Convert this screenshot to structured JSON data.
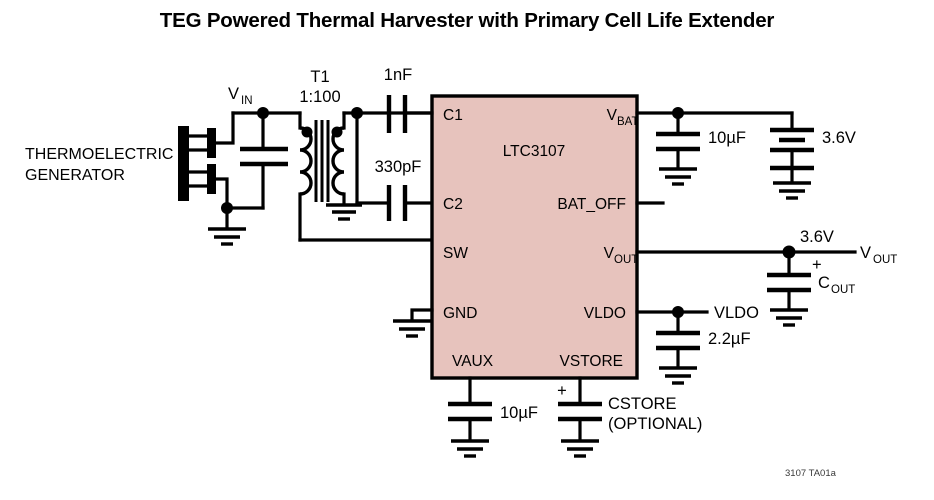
{
  "title": "TEG Powered Thermal Harvester with Primary Cell Life Extender",
  "footer": "3107 TA01a",
  "colors": {
    "ic_fill": "#E7C3BD",
    "wire": "#000000",
    "background": "#FFFFFF",
    "footer_text": "#3A3A3A"
  },
  "ic": {
    "part_number": "LTC3107",
    "pins_left": [
      "C1",
      "C2",
      "SW",
      "GND"
    ],
    "pin_bottom_left": "VAUX",
    "pins_right": [
      "V_BAT",
      "BAT_OFF",
      "V_OUT",
      "VLDO"
    ],
    "pin_bottom_right": "VSTORE",
    "labels": {
      "c1": "C1",
      "c2": "C2",
      "sw": "SW",
      "gnd": "GND",
      "vaux": "VAUX",
      "vbat_main": "V",
      "vbat_sub": "BAT",
      "bat_off": "BAT_OFF",
      "vout_main": "V",
      "vout_sub": "OUT",
      "vldo": "VLDO",
      "vstore": "VSTORE"
    }
  },
  "source": {
    "teg_line1": "THERMOELECTRIC",
    "teg_line2": "GENERATOR",
    "vin_main": "V",
    "vin_sub": "IN"
  },
  "transformer": {
    "designator": "T1",
    "ratio": "1:100"
  },
  "components": {
    "cap_1nf": "1nF",
    "cap_330pf": "330pF",
    "cap_vbat_10uf": "10µF",
    "battery_voltage": "3.6V",
    "cap_vldo_22uf": "2.2µF",
    "cap_vaux_10uf": "10µF",
    "cstore_line1": "CSTORE",
    "cstore_line2": "(OPTIONAL)",
    "cstore_polarity": "+",
    "cout_polarity": "+",
    "cout_main": "C",
    "cout_sub": "OUT"
  },
  "outputs": {
    "vldo_label": "VLDO",
    "vout_voltage": "3.6V",
    "vout_main": "V",
    "vout_sub": "OUT"
  }
}
